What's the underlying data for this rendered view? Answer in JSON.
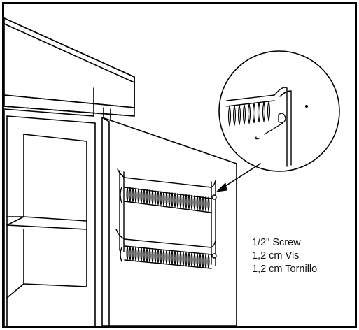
{
  "callout": {
    "lines": [
      "1/2\" Screw",
      "1,2 cm Vis",
      "1,2 cm Tornillo"
    ]
  },
  "colors": {
    "ink": "#000000",
    "paper": "#ffffff"
  }
}
